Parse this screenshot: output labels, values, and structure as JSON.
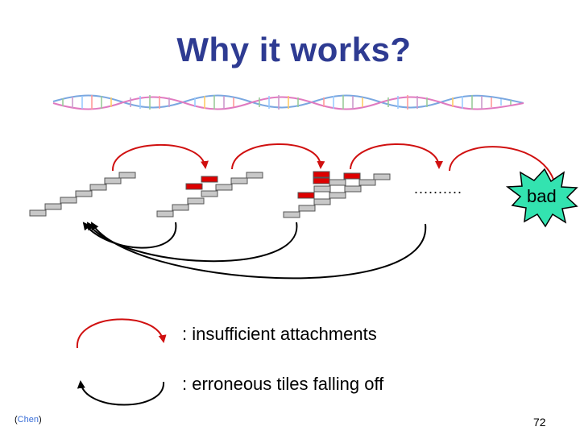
{
  "slide": {
    "title": "Why it works?",
    "ellipsis": "..........",
    "bad_label": "bad",
    "credit": "Chen",
    "page_number": "72"
  },
  "legend": {
    "red_arrow_text": ": insufficient attachments",
    "black_arrow_text": ": erroneous tiles falling off"
  },
  "colors": {
    "title": "#2e3b92",
    "red_arrow": "#d01010",
    "black_arrow": "#000000",
    "tile_gray": "#c8c8c8",
    "tile_red": "#dd0000",
    "bad_star": "#33e3b0",
    "credit": "#3a6fd8"
  },
  "icons": [
    "dna-helix-icon",
    "bad-starburst-icon"
  ]
}
